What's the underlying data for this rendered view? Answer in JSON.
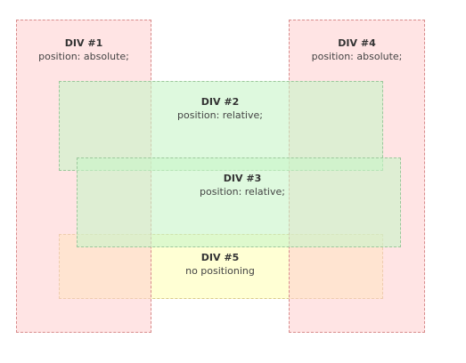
{
  "boxes": {
    "div1": {
      "title": "DIV #1",
      "subtitle": "position: absolute;"
    },
    "div2": {
      "title": "DIV #2",
      "subtitle": "position: relative;"
    },
    "div3": {
      "title": "DIV #3",
      "subtitle": "position: relative;"
    },
    "div4": {
      "title": "DIV #4",
      "subtitle": "position: absolute;"
    },
    "div5": {
      "title": "DIV #5",
      "subtitle": "no positioning"
    }
  },
  "colors": {
    "absolute_fill": "#ffcdcd",
    "relative_fill": "#c8f5c8",
    "static_fill": "#ffffcc"
  }
}
